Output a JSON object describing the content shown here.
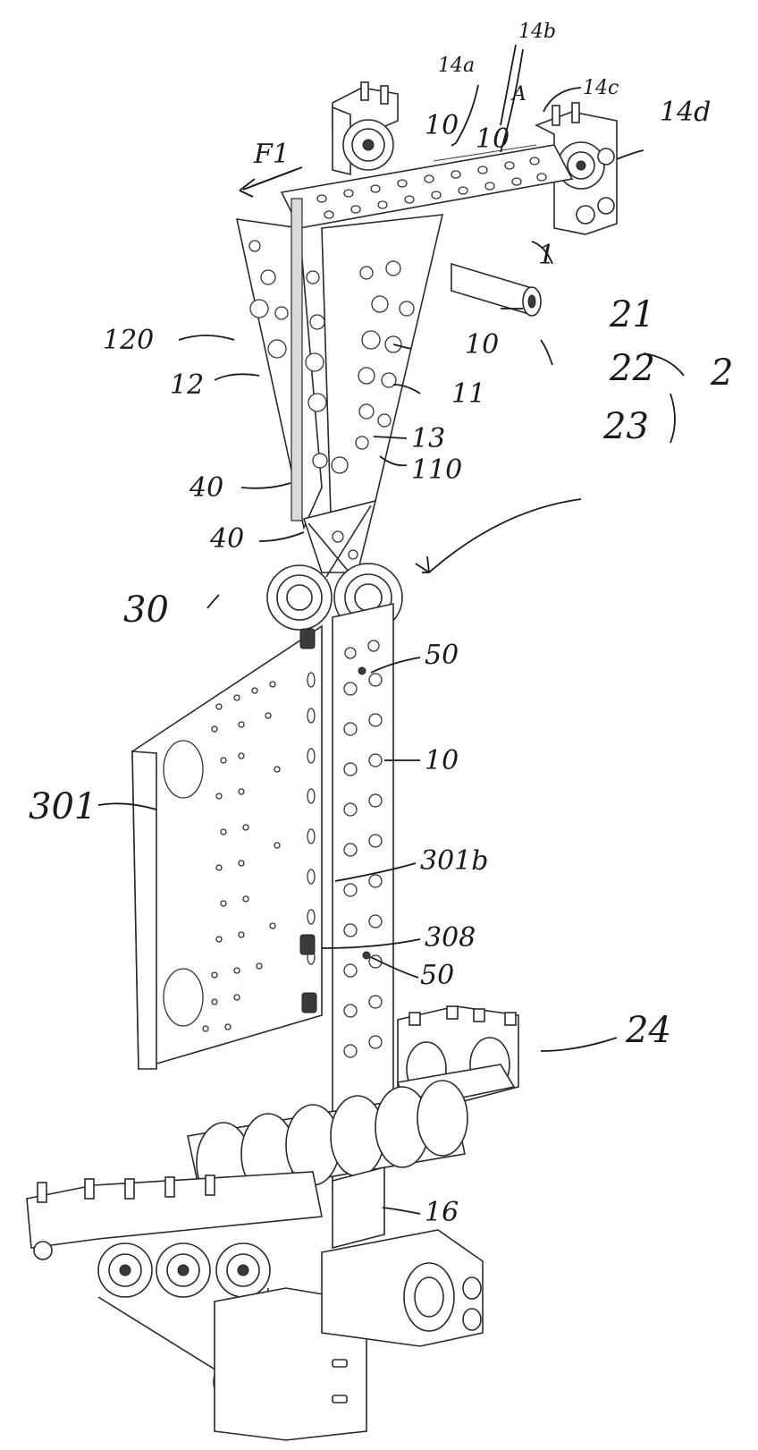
{
  "figure": {
    "labels": {
      "14a": "14a",
      "14b": "14b",
      "A": "A",
      "14c": "14c",
      "14d": "14d",
      "F1": "F1",
      "10_top_left": "10",
      "10_top_right": "10",
      "1": "1",
      "21": "21",
      "22": "22",
      "2": "2",
      "120": "120",
      "12": "12",
      "10_mid": "10",
      "11": "11",
      "13": "13",
      "110": "110",
      "23": "23",
      "40_upper": "40",
      "40_lower": "40",
      "30": "30",
      "50_upper": "50",
      "10_lower": "10",
      "301": "301",
      "301b": "301b",
      "308": "308",
      "50_lower": "50",
      "24": "24",
      "16": "16"
    }
  }
}
